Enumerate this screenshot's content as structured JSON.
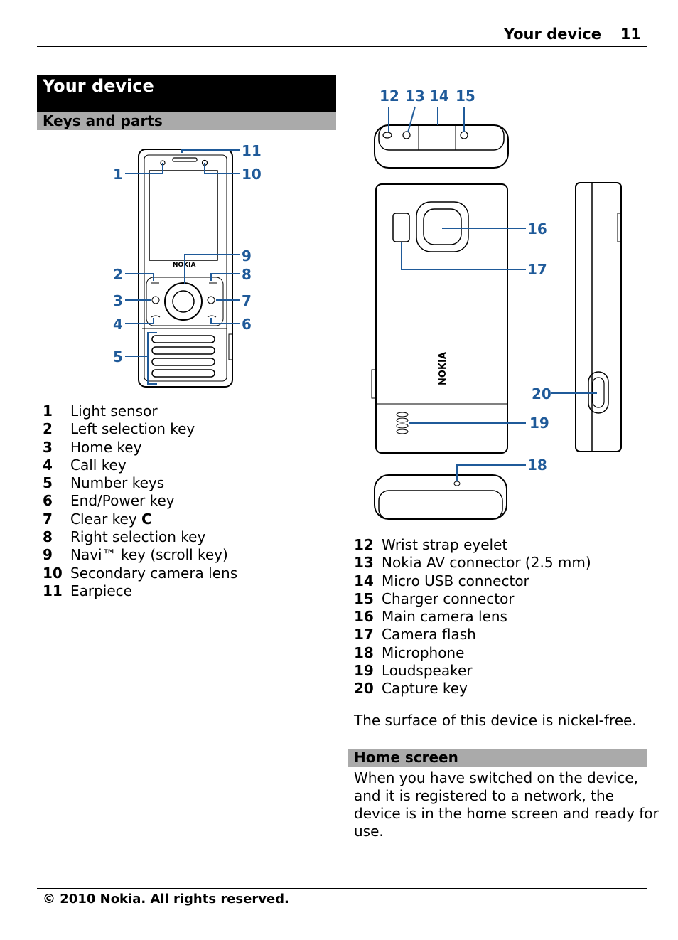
{
  "header": {
    "title": "Your device",
    "page_number": "11"
  },
  "section_title": "Your device",
  "subsection_keys": "Keys and parts",
  "front_parts": [
    {
      "num": "1",
      "label": "Light sensor"
    },
    {
      "num": "2",
      "label": "Left selection key"
    },
    {
      "num": "3",
      "label": "Home key"
    },
    {
      "num": "4",
      "label": "Call key"
    },
    {
      "num": "5",
      "label": "Number keys"
    },
    {
      "num": "6",
      "label": "End/Power key"
    },
    {
      "num": "7",
      "label": "Clear key",
      "key_glyph": "C"
    },
    {
      "num": "8",
      "label": "Right selection key"
    },
    {
      "num": "9",
      "label": "Navi™ key (scroll key)"
    },
    {
      "num": "10",
      "label": "Secondary camera lens"
    },
    {
      "num": "11",
      "label": "Earpiece"
    }
  ],
  "back_parts": [
    {
      "num": "12",
      "label": "Wrist strap eyelet"
    },
    {
      "num": "13",
      "label": "Nokia AV connector (2.5 mm)"
    },
    {
      "num": "14",
      "label": "Micro USB connector"
    },
    {
      "num": "15",
      "label": "Charger connector"
    },
    {
      "num": "16",
      "label": "Main camera lens"
    },
    {
      "num": "17",
      "label": "Camera flash"
    },
    {
      "num": "18",
      "label": "Microphone"
    },
    {
      "num": "19",
      "label": "Loudspeaker"
    },
    {
      "num": "20",
      "label": "Capture key"
    }
  ],
  "nickel_note": "The surface of this device is nickel-free.",
  "subsection_home": "Home screen",
  "home_text": [
    "When you have switched on the device,",
    "and it is registered to a network, the",
    "device is in the home screen and ready for",
    "use."
  ],
  "device_brand": "NOKIA",
  "callout_color": "#1f5a99",
  "footer": "© 2010 Nokia. All rights reserved."
}
